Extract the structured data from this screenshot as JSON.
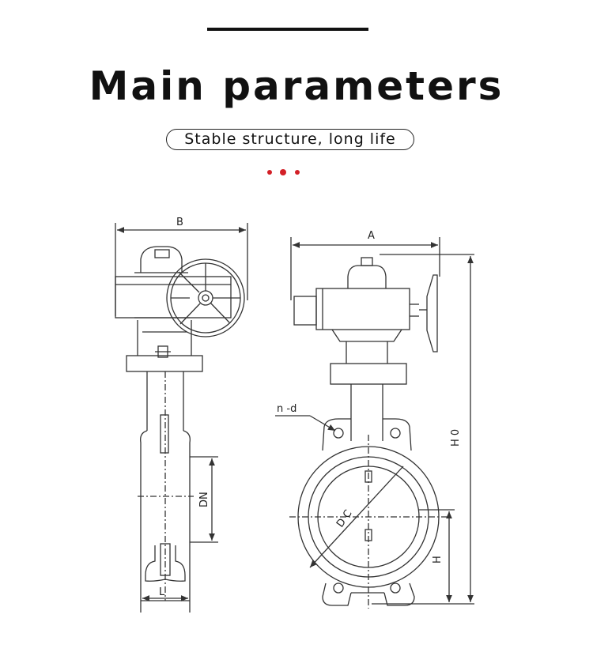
{
  "header": {
    "title": "Main parameters",
    "subtitle": "Stable structure, long life",
    "dots_color": "#d32027"
  },
  "drawing": {
    "side_view": {
      "width_label": "B",
      "bore_label": "DN",
      "length_label": "L"
    },
    "front_view": {
      "width_label": "A",
      "height_label": "H 0",
      "half_height_label": "H",
      "holes_label": "n -d",
      "circle_label": "D C"
    }
  }
}
